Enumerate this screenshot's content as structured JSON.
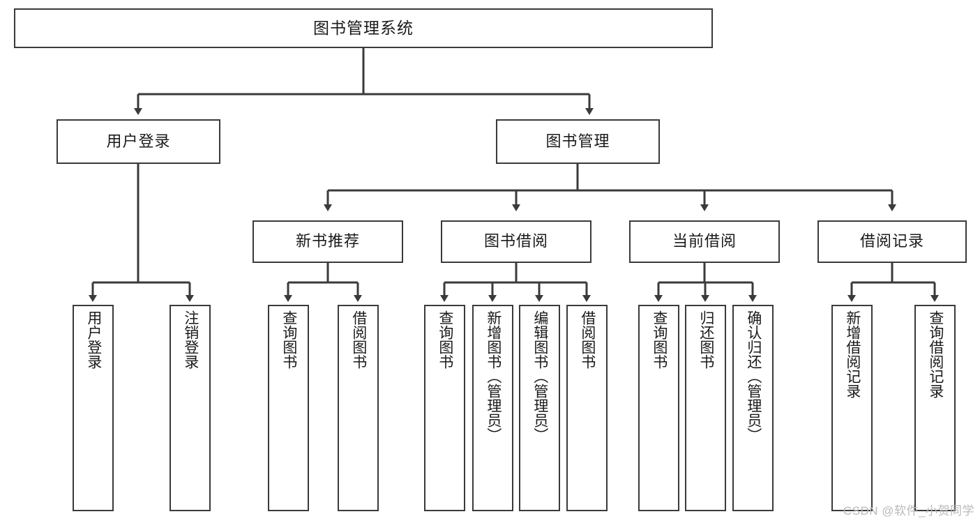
{
  "diagram": {
    "title": "图书管理系统",
    "type": "tree-hierarchy",
    "line_color": "#3a3a3a",
    "box_fill": "#ffffff",
    "text_color": "#1a1a1a"
  },
  "watermark": {
    "text": "CSDN @软件_小贺同学",
    "color": "#b9b9b9"
  },
  "nodes": {
    "root": {
      "label": "图书管理系统"
    },
    "level2": [
      {
        "id": "user-login",
        "label": "用户登录"
      },
      {
        "id": "book-manage",
        "label": "图书管理"
      }
    ],
    "level3": [
      {
        "id": "new-book-recommend",
        "label": "新书推荐"
      },
      {
        "id": "book-borrow",
        "label": "图书借阅"
      },
      {
        "id": "current-borrow",
        "label": "当前借阅"
      },
      {
        "id": "borrow-record",
        "label": "借阅记录"
      }
    ],
    "leaves": {
      "user_login": [
        {
          "id": "leaf-user-login",
          "label": "用户登录"
        },
        {
          "id": "leaf-logout-login",
          "label": "注销登录"
        }
      ],
      "new_book_recommend": [
        {
          "id": "leaf-query-book-1",
          "label": "查询图书"
        },
        {
          "id": "leaf-borrow-book-1",
          "label": "借阅图书"
        }
      ],
      "book_borrow": [
        {
          "id": "leaf-query-book-2",
          "label": "查询图书"
        },
        {
          "id": "leaf-add-book",
          "label": "新增图书（管理员）"
        },
        {
          "id": "leaf-edit-book",
          "label": "编辑图书（管理员）"
        },
        {
          "id": "leaf-borrow-book-2",
          "label": "借阅图书"
        }
      ],
      "current_borrow": [
        {
          "id": "leaf-query-book-3",
          "label": "查询图书"
        },
        {
          "id": "leaf-return-book",
          "label": "归还图书"
        },
        {
          "id": "leaf-confirm-return",
          "label": "确认归还（管理员）"
        }
      ],
      "borrow_record": [
        {
          "id": "leaf-add-record",
          "label": "新增借阅记录"
        },
        {
          "id": "leaf-query-record",
          "label": "查询借阅记录"
        }
      ]
    }
  }
}
